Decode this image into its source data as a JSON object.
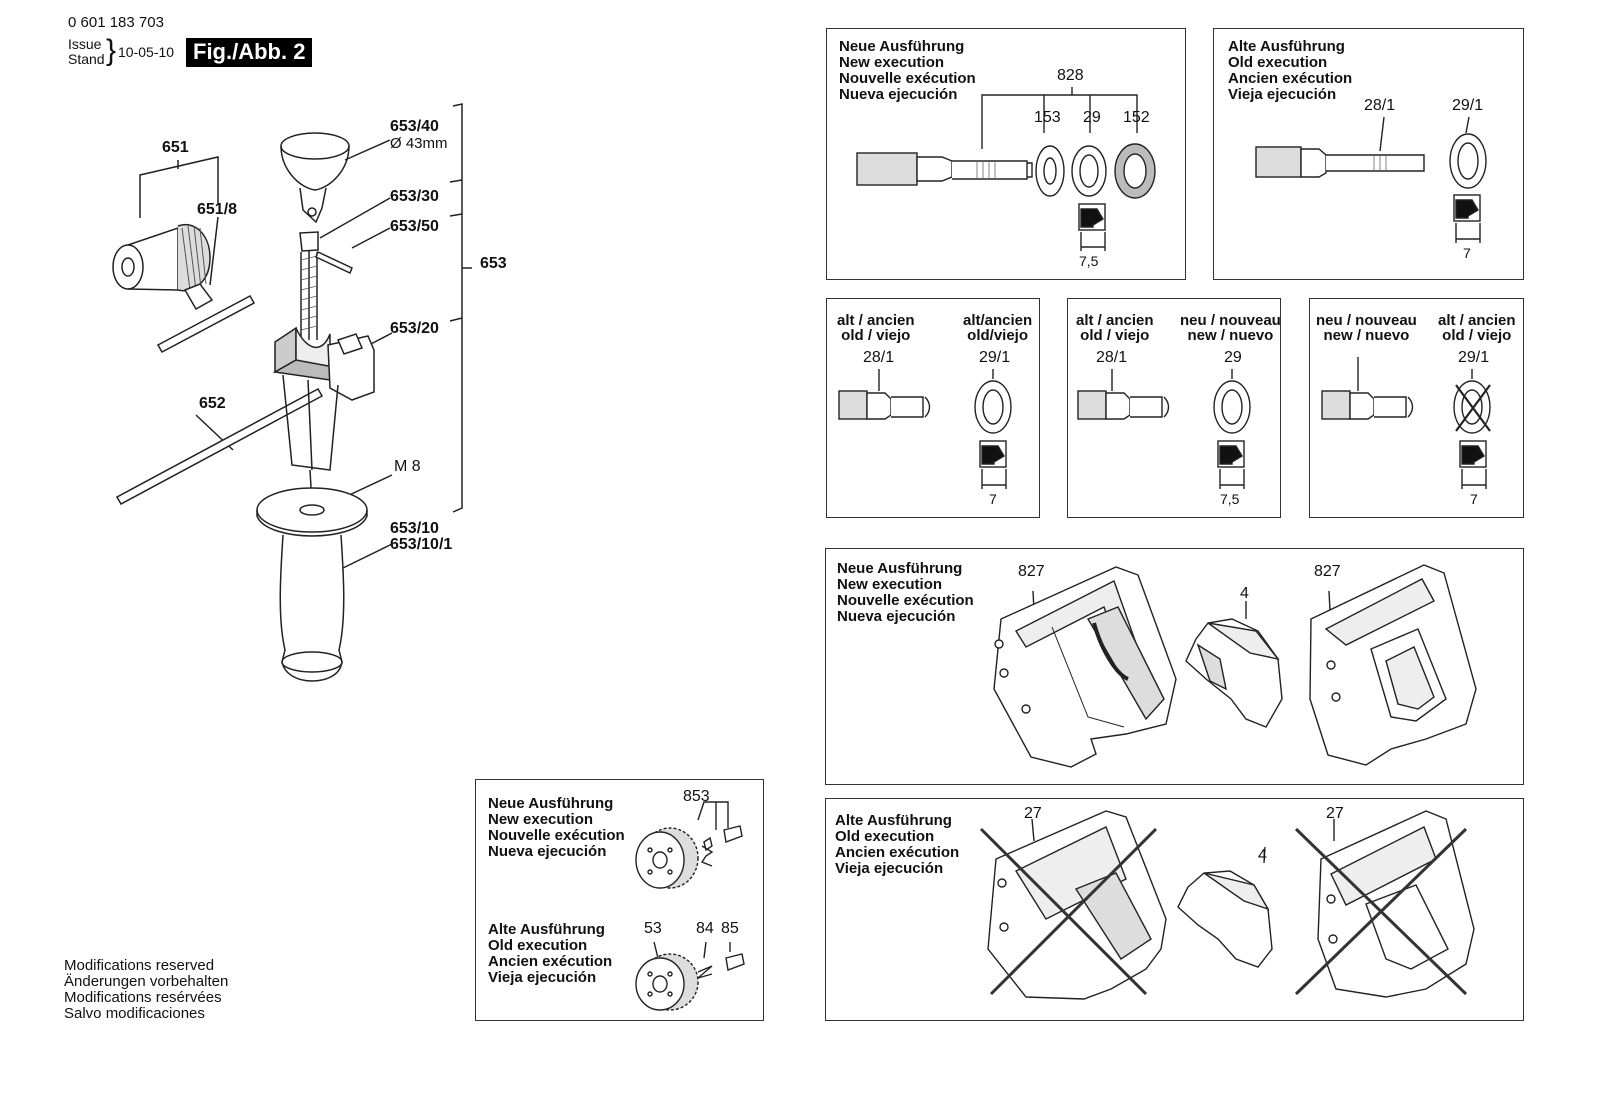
{
  "header": {
    "part_code": "0 601 183 703",
    "issue_label": "Issue",
    "stand_label": "Stand",
    "date": "10-05-10",
    "figure_label": "Fig./Abb. 2"
  },
  "main_diagram": {
    "labels": {
      "p651": "651",
      "p651_8": "651/8",
      "p652": "652",
      "p653": "653",
      "p653_40": "653/40",
      "p653_40_dia": "Ø 43mm",
      "p653_30": "653/30",
      "p653_50": "653/50",
      "p653_20": "653/20",
      "m8": "M 8",
      "p653_10": "653/10",
      "p653_10_1": "653/10/1"
    }
  },
  "modifications": [
    "Modifications reserved",
    "Änderungen vorbehalten",
    "Modifications resérvées",
    "Salvo modificaciones"
  ],
  "panel_new_spindle": {
    "caption": [
      "Neue Ausführung",
      "New execution",
      "Nouvelle exécution",
      "Nueva ejecución"
    ],
    "group": "828",
    "parts": [
      "153",
      "29",
      "152"
    ],
    "dimension": "7,5"
  },
  "panel_old_spindle": {
    "caption": [
      "Alte Ausführung",
      "Old execution",
      "Ancien exécution",
      "Vieja ejecución"
    ],
    "parts": [
      "28/1",
      "29/1"
    ],
    "dimension": "7"
  },
  "panel_combo_a": {
    "left_caption": [
      "alt / ancien",
      "old / viejo"
    ],
    "right_caption": [
      "alt/ancien",
      "old/viejo"
    ],
    "left_part": "28/1",
    "right_part": "29/1",
    "dimension": "7"
  },
  "panel_combo_b": {
    "left_caption": [
      "alt / ancien",
      "old / viejo"
    ],
    "right_caption": [
      "neu / nouveau",
      "new / nuevo"
    ],
    "left_part": "28/1",
    "right_part": "29",
    "dimension": "7,5"
  },
  "panel_combo_c": {
    "left_caption": [
      "neu / nouveau",
      "new / nuevo"
    ],
    "right_caption": [
      "alt / ancien",
      "old / viejo"
    ],
    "right_part": "29/1",
    "dimension": "7"
  },
  "panel_new_housing": {
    "caption": [
      "Neue Ausführung",
      "New execution",
      "Nouvelle exécution",
      "Nueva ejecución"
    ],
    "parts": [
      "827",
      "4",
      "827"
    ]
  },
  "panel_old_housing": {
    "caption": [
      "Alte Ausführung",
      "Old execution",
      "Ancien exécution",
      "Vieja ejecución"
    ],
    "parts": [
      "27",
      "4",
      "27"
    ]
  },
  "panel_gear": {
    "new_caption": [
      "Neue Ausführung",
      "New execution",
      "Nouvelle exécution",
      "Nueva ejecución"
    ],
    "new_part": "853",
    "old_caption": [
      "Alte Ausführung",
      "Old execution",
      "Ancien exécution",
      "Vieja ejecución"
    ],
    "old_parts": [
      "53",
      "84",
      "85"
    ]
  }
}
